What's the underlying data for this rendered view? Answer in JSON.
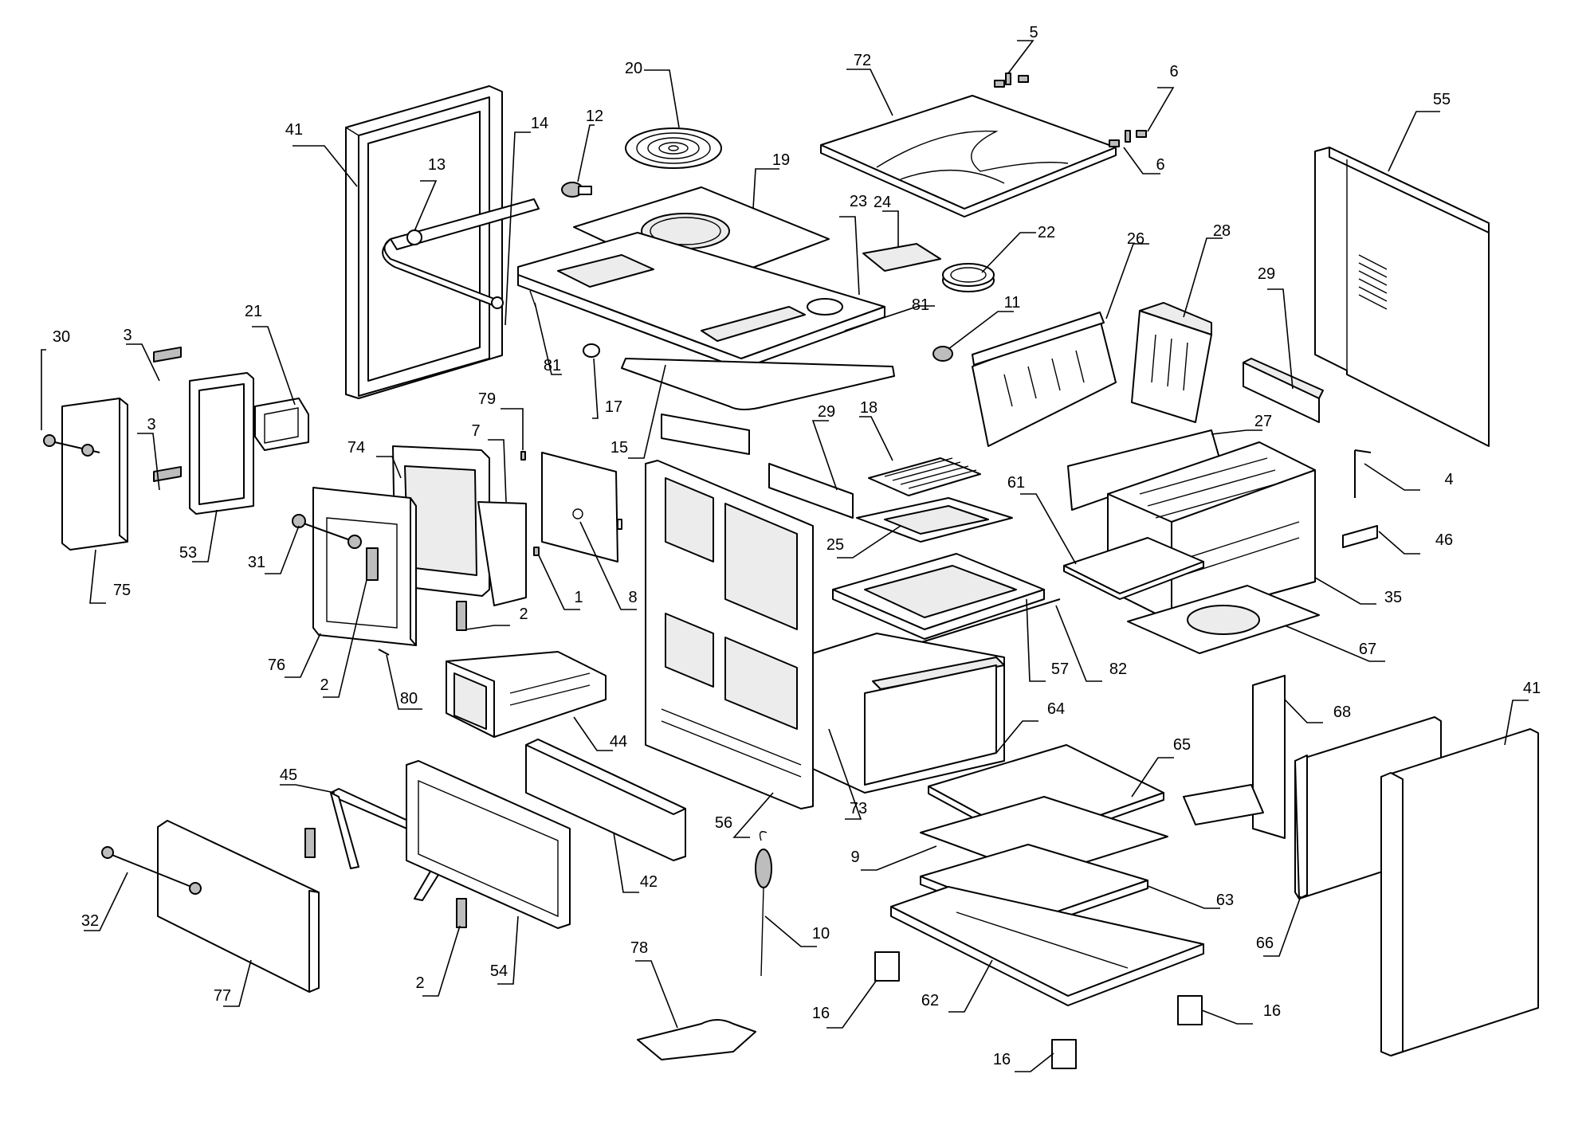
{
  "diagram": {
    "callouts": [
      {
        "id": "c20",
        "text": "20"
      },
      {
        "id": "c12",
        "text": "12"
      },
      {
        "id": "c41a",
        "text": "41"
      },
      {
        "id": "c13",
        "text": "13"
      },
      {
        "id": "c14",
        "text": "14"
      },
      {
        "id": "c19",
        "text": "19"
      },
      {
        "id": "c72",
        "text": "72"
      },
      {
        "id": "c5",
        "text": "5"
      },
      {
        "id": "c6a",
        "text": "6"
      },
      {
        "id": "c6b",
        "text": "6"
      },
      {
        "id": "c55",
        "text": "55"
      },
      {
        "id": "c23",
        "text": "23"
      },
      {
        "id": "c24",
        "text": "24"
      },
      {
        "id": "c22",
        "text": "22"
      },
      {
        "id": "c26",
        "text": "26"
      },
      {
        "id": "c28",
        "text": "28"
      },
      {
        "id": "c29a",
        "text": "29"
      },
      {
        "id": "c30",
        "text": "30"
      },
      {
        "id": "c3a",
        "text": "3"
      },
      {
        "id": "c21",
        "text": "21"
      },
      {
        "id": "c81a",
        "text": "81"
      },
      {
        "id": "c81b",
        "text": "81"
      },
      {
        "id": "c11",
        "text": "11"
      },
      {
        "id": "c17",
        "text": "17"
      },
      {
        "id": "c15",
        "text": "15"
      },
      {
        "id": "c3b",
        "text": "3"
      },
      {
        "id": "c79",
        "text": "79"
      },
      {
        "id": "c7",
        "text": "7"
      },
      {
        "id": "c74",
        "text": "74"
      },
      {
        "id": "c29b",
        "text": "29"
      },
      {
        "id": "c18",
        "text": "18"
      },
      {
        "id": "c27",
        "text": "27"
      },
      {
        "id": "c4",
        "text": "4"
      },
      {
        "id": "c53",
        "text": "53"
      },
      {
        "id": "c31",
        "text": "31"
      },
      {
        "id": "c75",
        "text": "75"
      },
      {
        "id": "c25",
        "text": "25"
      },
      {
        "id": "c61",
        "text": "61"
      },
      {
        "id": "c46",
        "text": "46"
      },
      {
        "id": "c1",
        "text": "1"
      },
      {
        "id": "c8",
        "text": "8"
      },
      {
        "id": "c35",
        "text": "35"
      },
      {
        "id": "c2a",
        "text": "2"
      },
      {
        "id": "c76",
        "text": "76"
      },
      {
        "id": "c2b",
        "text": "2"
      },
      {
        "id": "c80",
        "text": "80"
      },
      {
        "id": "c57",
        "text": "57"
      },
      {
        "id": "c82",
        "text": "82"
      },
      {
        "id": "c67",
        "text": "67"
      },
      {
        "id": "c44",
        "text": "44"
      },
      {
        "id": "c64",
        "text": "64"
      },
      {
        "id": "c68",
        "text": "68"
      },
      {
        "id": "c41b",
        "text": "41"
      },
      {
        "id": "c45",
        "text": "45"
      },
      {
        "id": "c65",
        "text": "65"
      },
      {
        "id": "c56",
        "text": "56"
      },
      {
        "id": "c73",
        "text": "73"
      },
      {
        "id": "c9",
        "text": "9"
      },
      {
        "id": "c42",
        "text": "42"
      },
      {
        "id": "c32",
        "text": "32"
      },
      {
        "id": "c10",
        "text": "10"
      },
      {
        "id": "c63",
        "text": "63"
      },
      {
        "id": "c66",
        "text": "66"
      },
      {
        "id": "c77",
        "text": "77"
      },
      {
        "id": "c54",
        "text": "54"
      },
      {
        "id": "c2c",
        "text": "2"
      },
      {
        "id": "c78",
        "text": "78"
      },
      {
        "id": "c16a",
        "text": "16"
      },
      {
        "id": "c62",
        "text": "62"
      },
      {
        "id": "c16b",
        "text": "16"
      },
      {
        "id": "c16c",
        "text": "16"
      }
    ]
  }
}
